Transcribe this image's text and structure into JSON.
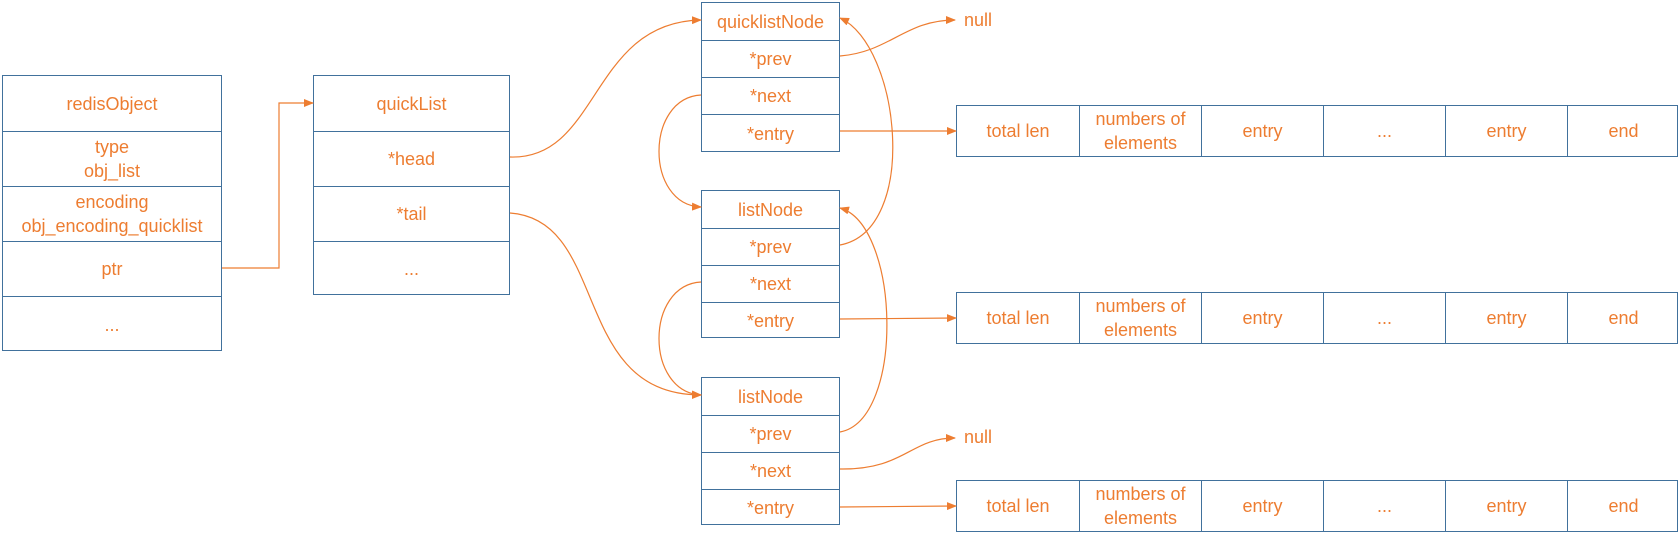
{
  "colors": {
    "stroke": "#41719c",
    "text": "#ed7d31",
    "arrow": "#ed7d31"
  },
  "redis_object": {
    "title": "redisObject",
    "type": "type\nobj_list",
    "encoding": "encoding\nobj_encoding_quicklist",
    "ptr": "ptr",
    "more": "..."
  },
  "quicklist": {
    "title": "quickList",
    "head": "*head",
    "tail": "*tail",
    "more": "..."
  },
  "nodes": [
    {
      "title": "quicklistNode",
      "prev": "*prev",
      "next": "*next",
      "entry": "*entry"
    },
    {
      "title": "listNode",
      "prev": "*prev",
      "next": "*next",
      "entry": "*entry"
    },
    {
      "title": "listNode",
      "prev": "*prev",
      "next": "*next",
      "entry": "*entry"
    }
  ],
  "ziplist_cells": [
    "total len",
    "numbers of\nelements",
    "entry",
    "...",
    "entry",
    "end"
  ],
  "null_labels": [
    "null",
    "null"
  ]
}
